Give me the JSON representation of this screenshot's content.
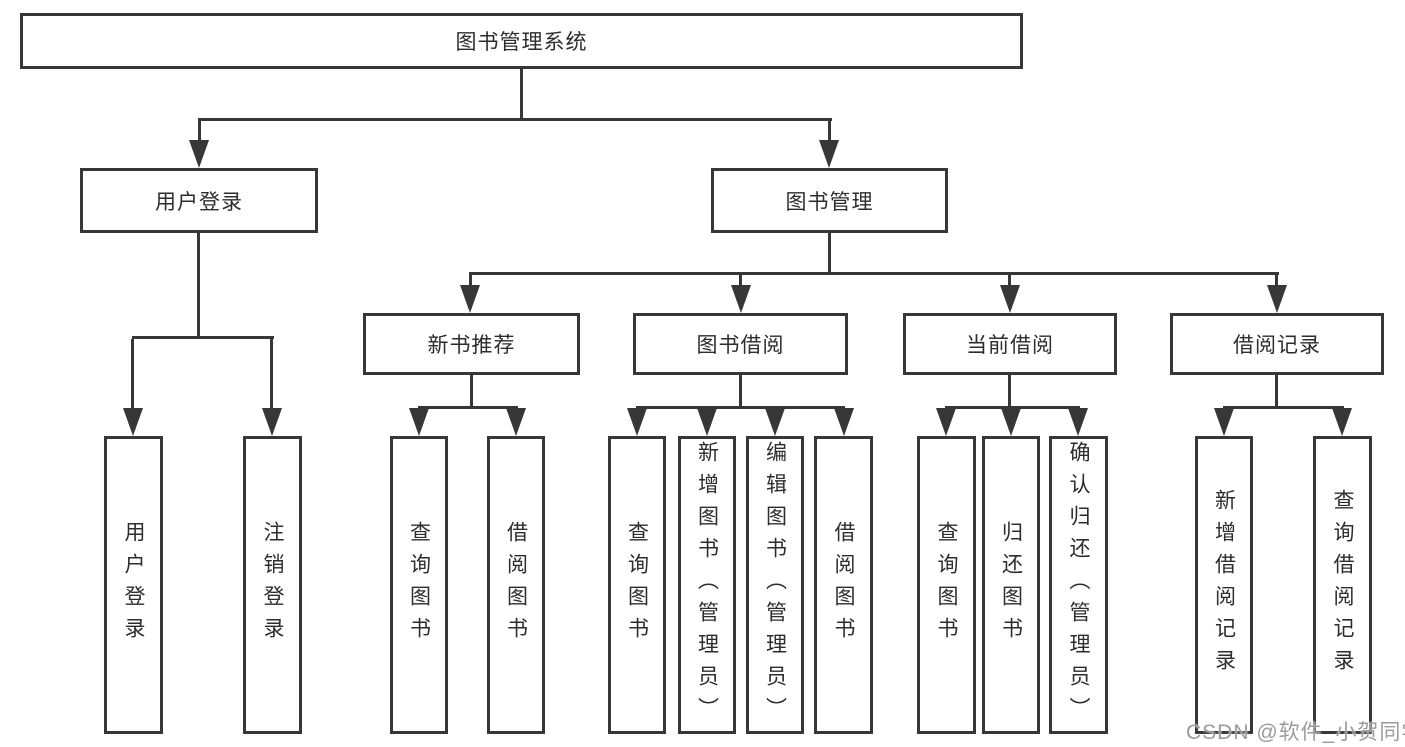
{
  "tree": {
    "label": "图书管理系统",
    "children": [
      {
        "label": "用户登录",
        "children": [
          {
            "label": "用户登录"
          },
          {
            "label": "注销登录"
          }
        ]
      },
      {
        "label": "图书管理",
        "children": [
          {
            "label": "新书推荐",
            "children": [
              {
                "label": "查询图书"
              },
              {
                "label": "借阅图书"
              }
            ]
          },
          {
            "label": "图书借阅",
            "children": [
              {
                "label": "查询图书"
              },
              {
                "label": "新增图书（管理员）"
              },
              {
                "label": "编辑图书（管理员）"
              },
              {
                "label": "借阅图书"
              }
            ]
          },
          {
            "label": "当前借阅",
            "children": [
              {
                "label": "查询图书"
              },
              {
                "label": "归还图书"
              },
              {
                "label": "确认归还（管理员）"
              }
            ]
          },
          {
            "label": "借阅记录",
            "children": [
              {
                "label": "新增借阅记录"
              },
              {
                "label": "查询借阅记录"
              }
            ]
          }
        ]
      }
    ]
  },
  "watermark": {
    "text": "CSDN @软件_小贺同学"
  },
  "colors": {
    "line": "#373737",
    "text": "#2d2d2d",
    "watermark": "#9b9b9b",
    "background": "#ffffff"
  }
}
